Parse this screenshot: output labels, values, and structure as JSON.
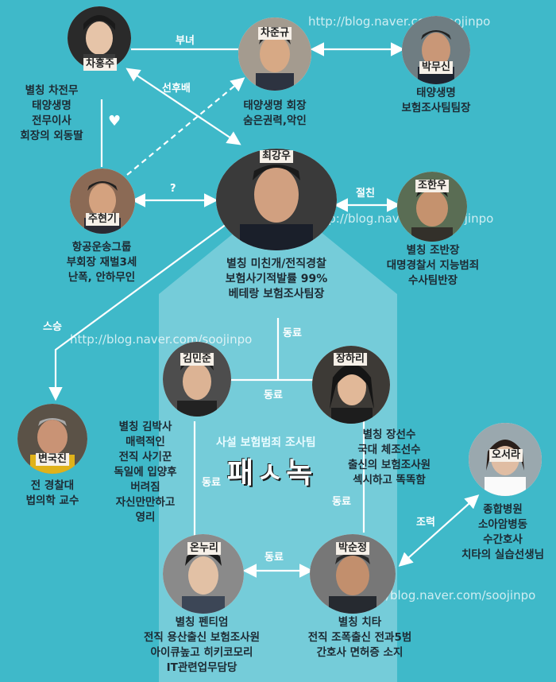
{
  "watermark": "http://blog.naver.com/soojinpo",
  "team_title": "사설 보험범죄 조사팀",
  "logo_text": "패ㅅ녹",
  "nodes": {
    "cha_hongjoo": {
      "name": "차홍주",
      "desc": [
        "별칭 차전무",
        "태양생명",
        "전무이사",
        "회장의 외동딸"
      ]
    },
    "cha_joongyu": {
      "name": "차준규",
      "desc": [
        "태양생명 회장",
        "숨은권력,악인"
      ]
    },
    "park_moosin": {
      "name": "박무신",
      "desc": [
        "태양생명",
        "보험조사팀팀장"
      ]
    },
    "choi_kangwoo": {
      "name": "최강우",
      "desc": [
        "별칭 미친개/전직경찰",
        "보험사기적발률 99%",
        "베테랑 보험조사팀장"
      ]
    },
    "joo_hyungi": {
      "name": "주현기",
      "desc": [
        "항공운송그룹",
        "부회장 재벌3세",
        "난폭, 안하무인"
      ]
    },
    "jo_hanwoo": {
      "name": "조한우",
      "desc": [
        "별칭 조반장",
        "대명경찰서 지능범죄",
        "수사팀반장"
      ]
    },
    "kim_mingoon": {
      "name": "김민준",
      "desc": [
        "별칭 김박사",
        "매력적인",
        "전직 사기꾼",
        "독일에 입양후",
        "버려짐",
        "자신만만하고",
        "영리"
      ]
    },
    "jang_hari": {
      "name": "장하리",
      "desc": [
        "별칭 장선수",
        "국대 체조선수",
        "출신의 보험조사원",
        "섹시하고 똑똑함"
      ]
    },
    "byun_gookjin": {
      "name": "변국진",
      "desc": [
        "전 경찰대",
        "법의학 교수"
      ]
    },
    "oh_seora": {
      "name": "오서라",
      "desc": [
        "종합병원",
        "소아암병동",
        "수간호사",
        "치타의 실습선생님"
      ]
    },
    "on_noori": {
      "name": "온누리",
      "desc": [
        "별칭 펜티엄",
        "전직 용산출신 보험조사원",
        "아이큐높고 히키코모리",
        "IT관련업무담당"
      ]
    },
    "park_soonjung": {
      "name": "박순정",
      "desc": [
        "별칭 치타",
        "전직 조폭출신 전과5범",
        "간호사 면허증 소지"
      ]
    }
  },
  "edges": {
    "father_daughter": "부녀",
    "senior_junior": "선후배",
    "best_friend": "절친",
    "unknown": "?",
    "mentor": "스승",
    "cooperation": "조력",
    "colleague": "동료"
  },
  "colors": {
    "background": "#3fb9c9",
    "team_zone": "#a8e1ea",
    "line": "#ffffff"
  }
}
